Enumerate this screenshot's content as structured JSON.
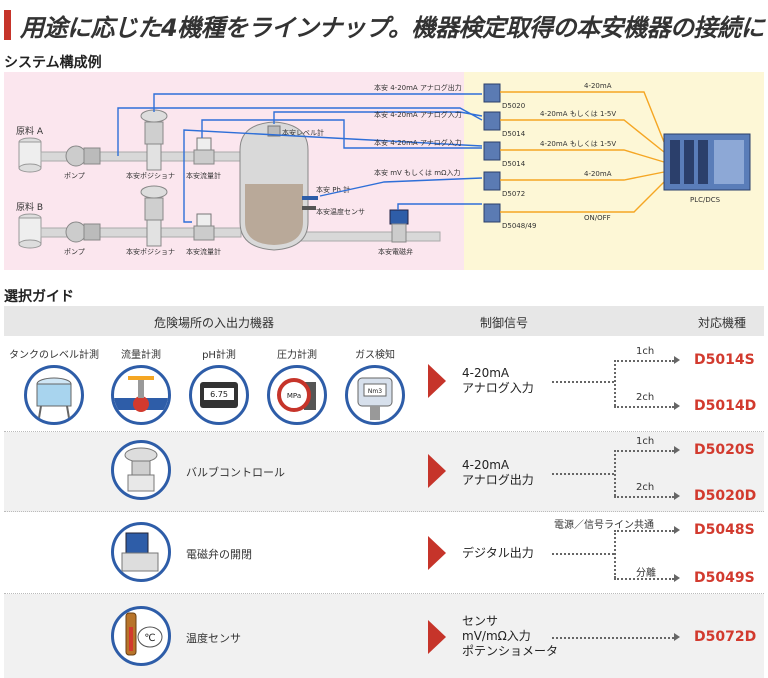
{
  "headline": "用途に応じた4機種をラインナップ。機器検定取得の本安機器の接続に",
  "system": {
    "title": "システム構成例",
    "materials": [
      "原料 A",
      "原料 B"
    ],
    "pump": "ポンプ",
    "positioner": "本安ポジショナ",
    "flowmeter": "本安流量計",
    "level_meter": "本安レベル計",
    "ph_meter": "本安 Ph 計",
    "temp_sensor": "本安温度センサ",
    "solenoid": "本安電磁弁",
    "signals": [
      "本安 4-20mA アナログ出力",
      "本安 4-20mA アナログ入力",
      "本安 4-20mA アナログ入力",
      "本安 mV もしくは mΩ入力"
    ],
    "units": [
      "D5020",
      "D5014",
      "D5014",
      "D5072",
      "D5048/49"
    ],
    "plc_signals": [
      "4-20mA",
      "4-20mA もしくは 1-5V",
      "4-20mA もしくは 1-5V",
      "4-20mA",
      "ON/OFF"
    ],
    "plc": "PLC/DCS"
  },
  "guide": {
    "title": "選択ガイド",
    "headers": {
      "devices": "危険場所の入出力機器",
      "signal": "制御信号",
      "model": "対応機種"
    },
    "row1": {
      "devices": [
        "タンクのレベル計測",
        "流量計測",
        "pH計測",
        "圧力計測",
        "ガス検知"
      ],
      "ph_display": "6.75",
      "pressure_unit": "MPa",
      "gas_display": "Nm3",
      "signal": [
        "4-20mA",
        "アナログ入力"
      ],
      "branches": [
        "1ch",
        "2ch"
      ],
      "models": [
        "D5014S",
        "D5014D"
      ]
    },
    "row2": {
      "desc": "バルブコントロール",
      "signal": [
        "4-20mA",
        "アナログ出力"
      ],
      "branches": [
        "1ch",
        "2ch"
      ],
      "models": [
        "D5020S",
        "D5020D"
      ]
    },
    "row3": {
      "desc": "電磁弁の開閉",
      "signal": [
        "デジタル出力"
      ],
      "branches": [
        "電源／信号ライン共通",
        "分離"
      ],
      "models": [
        "D5048S",
        "D5049S"
      ]
    },
    "row4": {
      "desc": "温度センサ",
      "temp_symbol": "℃",
      "signal": [
        "センサ",
        "mV/mΩ入力",
        "ポテンショメータ"
      ],
      "models": [
        "D5072D"
      ]
    }
  }
}
